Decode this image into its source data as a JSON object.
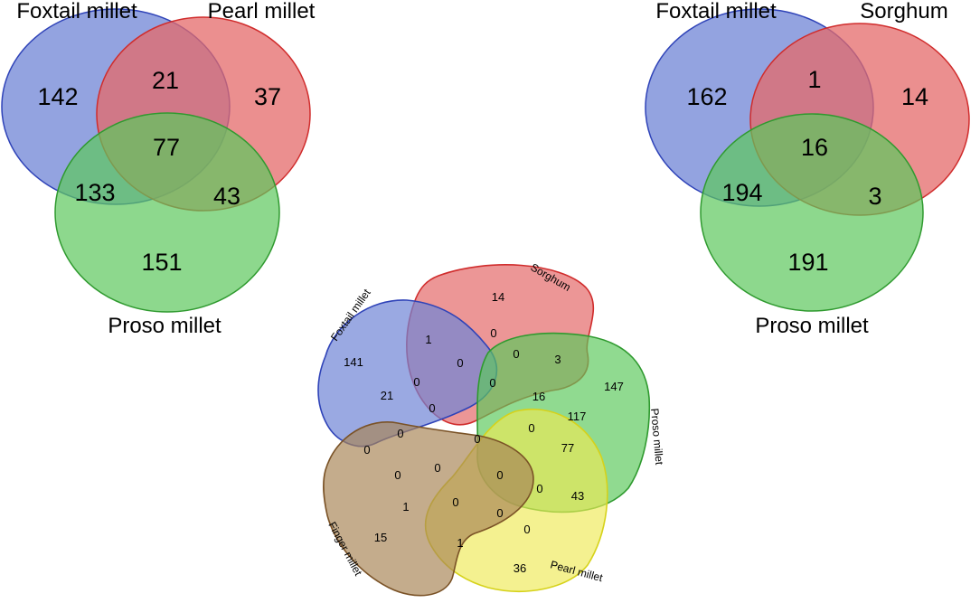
{
  "colors": {
    "blue_fill": "#6f84d6",
    "blue_stroke": "#2f43b8",
    "red_fill": "#e46a6a",
    "red_stroke": "#d02c2c",
    "green_fill": "#5cc85c",
    "green_stroke": "#2f9a2f",
    "yellow_fill": "#eeea55",
    "yellow_stroke": "#d6d21a",
    "brown_fill": "#a88556",
    "brown_stroke": "#7a5226"
  },
  "venn_left": {
    "labels": {
      "a": "Foxtail millet",
      "b": "Pearl millet",
      "c": "Proso millet"
    },
    "regions": {
      "a_only": "142",
      "b_only": "37",
      "c_only": "151",
      "ab": "21",
      "ac": "133",
      "bc": "43",
      "abc": "77"
    }
  },
  "venn_right": {
    "labels": {
      "a": "Foxtail millet",
      "b": "Sorghum",
      "c": "Proso millet"
    },
    "regions": {
      "a_only": "162",
      "b_only": "14",
      "c_only": "191",
      "ab": "1",
      "ac": "194",
      "bc": "3",
      "abc": "16"
    }
  },
  "venn_five": {
    "labels": {
      "foxtail": "Foxtail millet",
      "sorghum": "Sorghum",
      "proso": "Proso millet",
      "pearl": "Pearl millet",
      "finger": "Finger millet"
    },
    "regions": [
      "14",
      "141",
      "147",
      "36",
      "15",
      "1",
      "0",
      "0",
      "3",
      "21",
      "0",
      "0",
      "0",
      "16",
      "117",
      "0",
      "0",
      "0",
      "0",
      "77",
      "0",
      "0",
      "0",
      "0",
      "43",
      "1",
      "0",
      "0",
      "1",
      "0"
    ]
  }
}
